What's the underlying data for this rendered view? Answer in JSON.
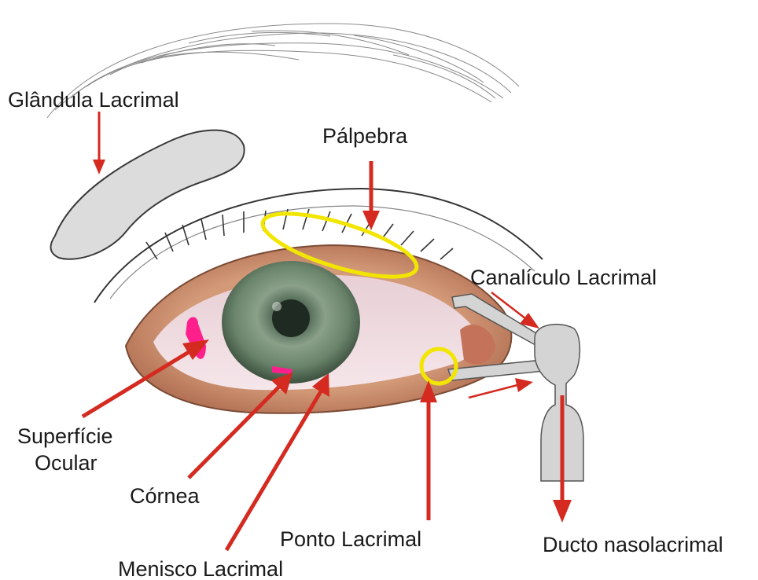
{
  "labels": {
    "glandula": "Glândula Lacrimal",
    "palpebra": "Pálpebra",
    "canaliculo": "Canalículo Lacrimal",
    "superficie_line1": "Superfície",
    "superficie_line2": "Ocular",
    "cornea": "Córnea",
    "ponto": "Ponto Lacrimal",
    "menisco": "Menisco Lacrimal",
    "ducto": "Ducto nasolacrimal"
  },
  "colors": {
    "arrow": "#d42a20",
    "highlight_ring": "#f2e600",
    "gland_fill": "#dcdcdc",
    "duct_fill": "#d4d4d4",
    "eyelid_skin": "#c98866",
    "sclera": "#f1dde2",
    "iris": "#6f8a6e",
    "pupil": "#1f2a22",
    "tear_marker": "#ff1f8c"
  }
}
